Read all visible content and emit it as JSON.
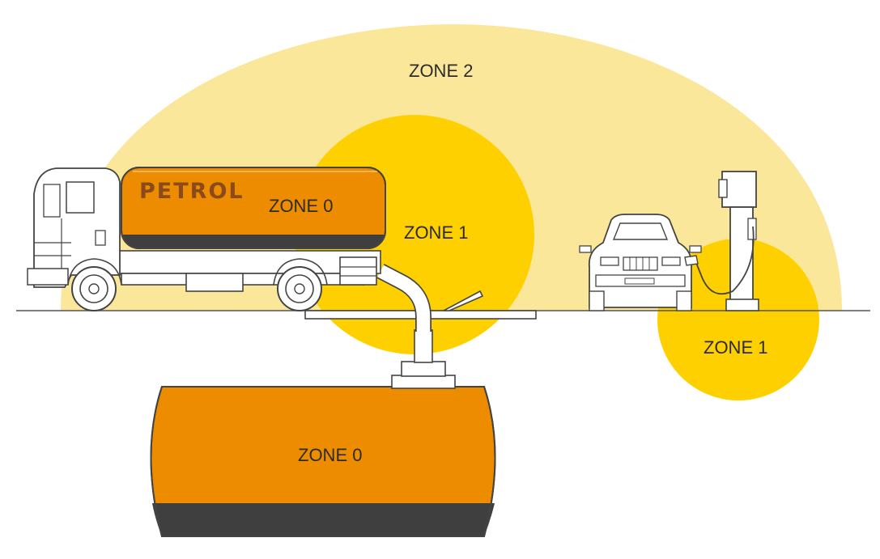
{
  "labels": {
    "zone2": "ZONE 2",
    "zone1_truck": "ZONE 1",
    "zone0_truck": "ZONE 0",
    "zone1_pump": "ZONE 1",
    "zone0_tank": "ZONE 0",
    "petrol": "PETROL"
  },
  "colors": {
    "zone2_fill": "#fbe79a",
    "zone1_fill": "#ffd000",
    "zone0_fill": "#ee8c00",
    "residue_band": "#3f3f3f",
    "outline": "#444444"
  }
}
